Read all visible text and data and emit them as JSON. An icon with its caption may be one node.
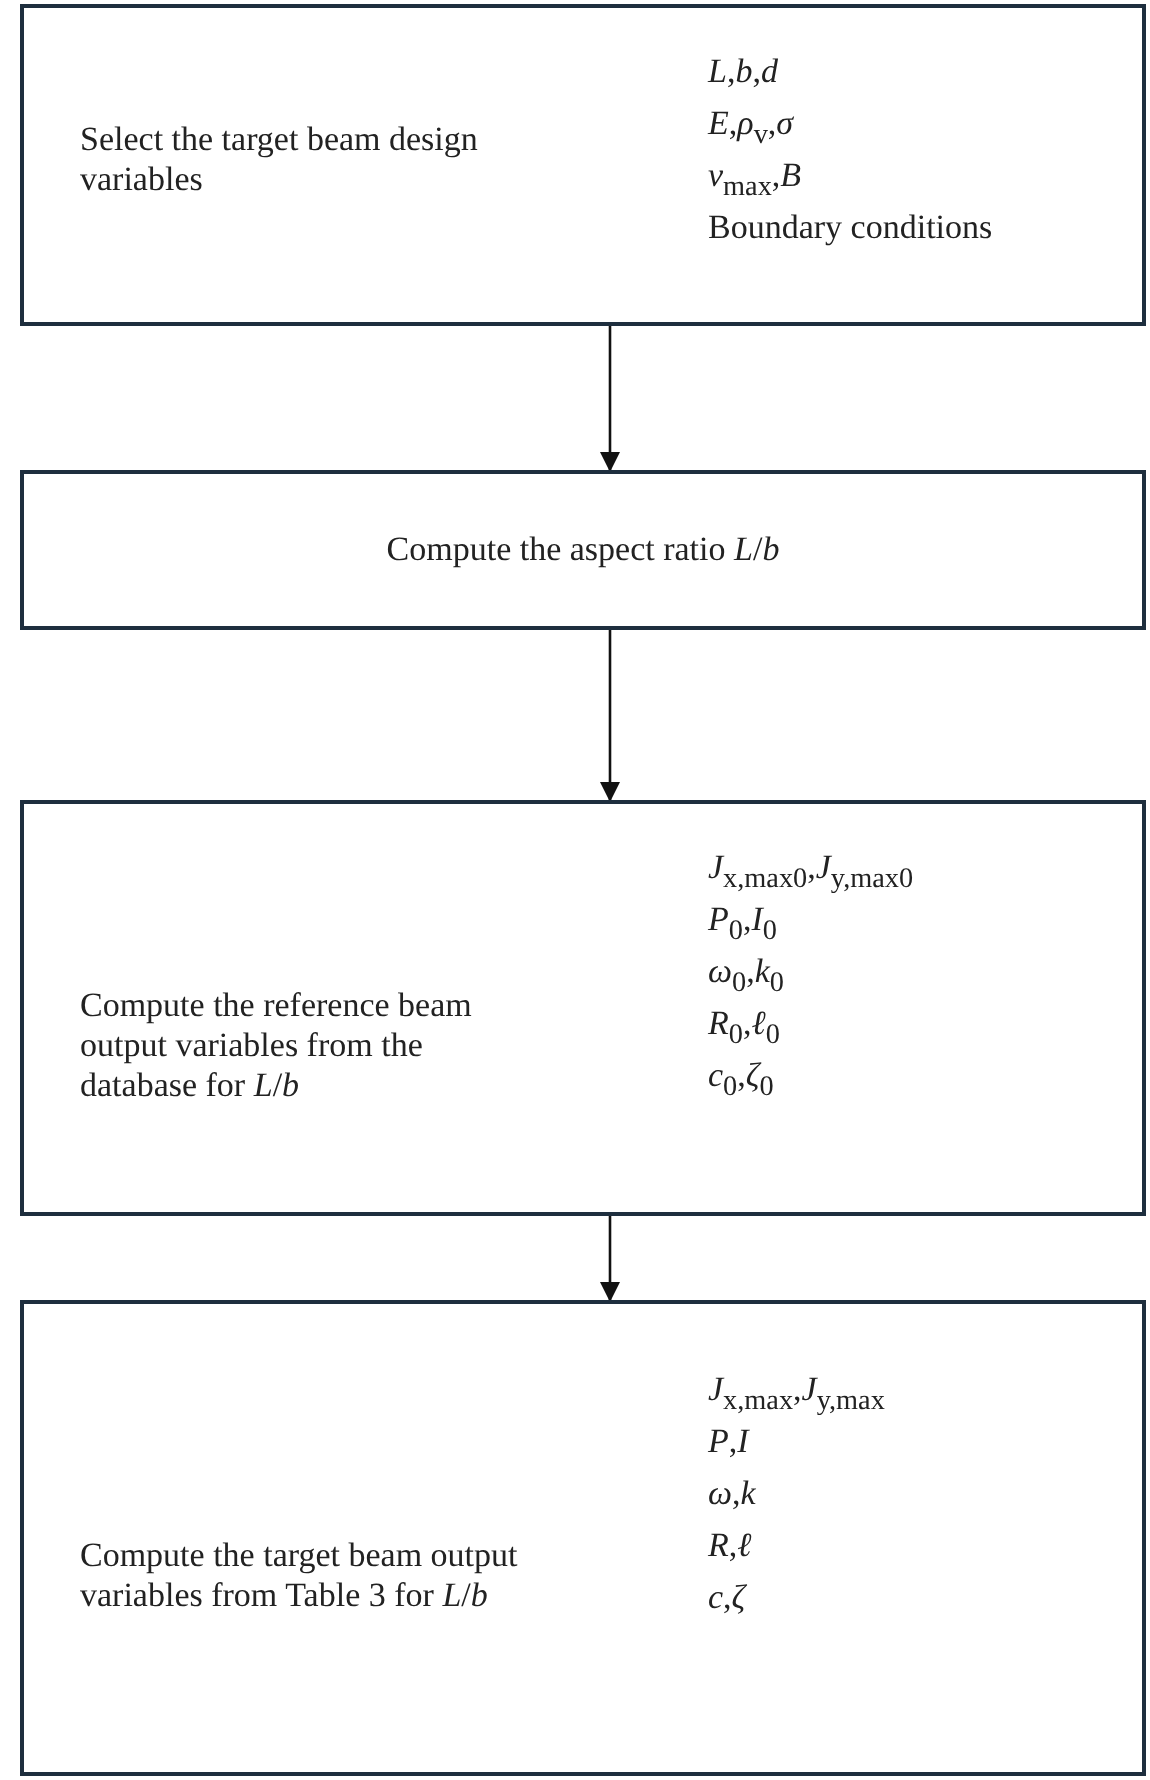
{
  "diagram": {
    "nodes": [
      {
        "text": [
          "Select the target beam design variables",
          "*L*,*b*,*d*",
          "*E*,*ρ*$_{v}$,*σ*",
          "*v*$_{max}$,*B*",
          "Boundary conditions"
        ]
      },
      {
        "text": [
          "Compute the aspect ratio *L*/*b*"
        ]
      },
      {
        "text": [
          "Compute the reference beam output variables from the database for *L*/*b*",
          "*J*$_{x,max0}$,*J*$_{y,max0}$",
          "*P*$_{0}$,*I*$_{0}$",
          "*ω*$_{0}$,*k*$_{0}$",
          "*R*$_{0}$,*ℓ*$_{0}$",
          "*c*$_{0}$,*ζ*$_{0}$"
        ]
      },
      {
        "text": [
          "Compute the target beam output variables from Table 3 for *L*/*b*",
          "*J*$_{x,max}$,*J*$_{y,max}$",
          "*P*,*I*",
          "*ω*,*k*",
          "*R*,*ℓ*",
          "*c*,*ζ*"
        ]
      }
    ],
    "edges": [
      {
        "from": 0,
        "to": 1,
        "arrow": "to"
      },
      {
        "from": 1,
        "to": 2,
        "arrow": "to"
      },
      {
        "from": 2,
        "to": 3,
        "arrow": "to"
      }
    ]
  }
}
